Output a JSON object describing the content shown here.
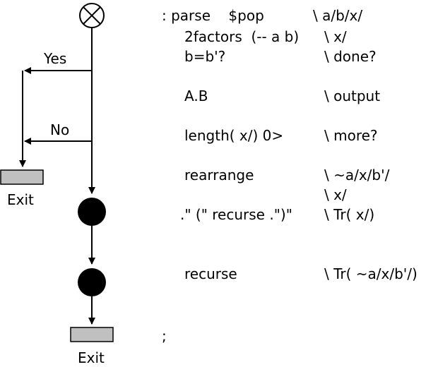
{
  "flowchart": {
    "branch_yes_label": "Yes",
    "branch_no_label": "No",
    "exit_label_left": "Exit",
    "exit_label_bottom": "Exit",
    "exit_box_color": "#c0c0c0",
    "node_color": "#000000"
  },
  "code": {
    "lines": [
      {
        "code": ": parse    $pop",
        "comment": "\\ a/b/x/"
      },
      {
        "code": "2factors  (-- a b)",
        "comment": "\\ x/"
      },
      {
        "code": "b=b'?",
        "comment": "\\ done?"
      },
      {
        "code": "A.B",
        "comment": "\\ output"
      },
      {
        "code": "length( x/) 0>",
        "comment": "\\ more?"
      },
      {
        "code": "rearrange",
        "comment": "\\ ~a/x/b'/"
      },
      {
        "code": "",
        "comment": "\\ x/"
      },
      {
        "code": ".\" (\" recurse .\")\"",
        "comment": "\\ Tr( x/)"
      },
      {
        "code": "recurse",
        "comment": "\\ Tr( ~a/x/b'/)"
      },
      {
        "code": ";",
        "comment": ""
      }
    ]
  }
}
